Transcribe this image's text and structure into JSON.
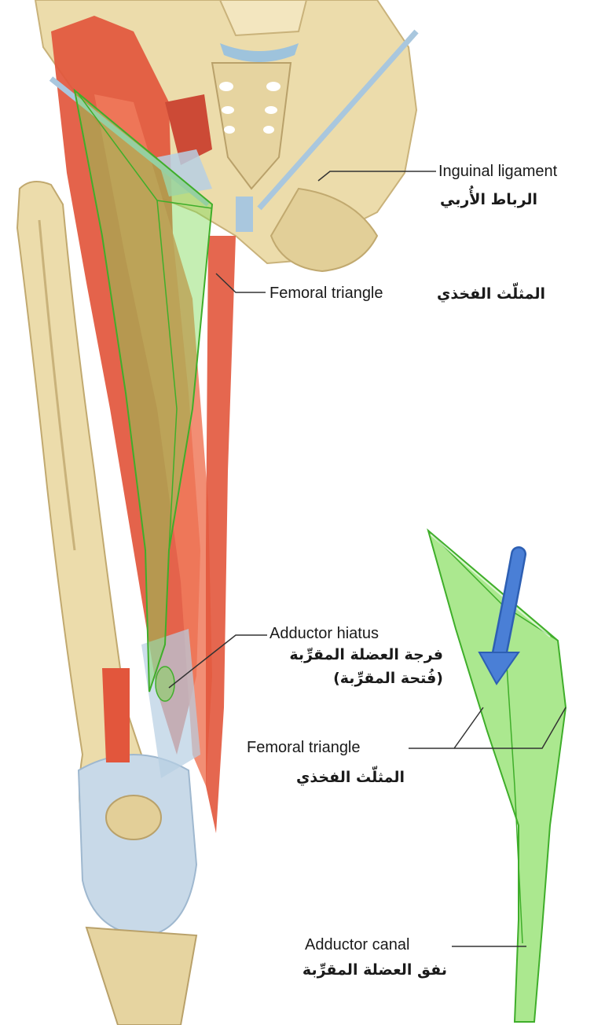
{
  "labels": {
    "inguinal_en": "Inguinal ligament",
    "inguinal_ar": "الرباط الأُربي",
    "femoral_top_en": "Femoral triangle",
    "femoral_top_ar": "المثلّث الفخذي",
    "hiatus_en": "Adductor hiatus",
    "hiatus_ar1": "فرجة العضلة المقرِّبة",
    "hiatus_ar2": "(فُتحة المقرِّبة)",
    "femoral_inset_en": "Femoral triangle",
    "femoral_inset_ar": "المثلّث الفخذي",
    "canal_en": "Adductor canal",
    "canal_ar": "نفق العضلة المقرِّبة"
  },
  "colors": {
    "bone": "#e9d7a6",
    "bone_shade": "#c9b27a",
    "muscle": "#e2563c",
    "muscle_light": "#f07a5c",
    "ligament": "#b9cfe0",
    "triangle_fill": "#7ed957",
    "triangle_stroke": "#3fae2a",
    "arrow": "#4a7fd6",
    "leader": "#333333"
  }
}
